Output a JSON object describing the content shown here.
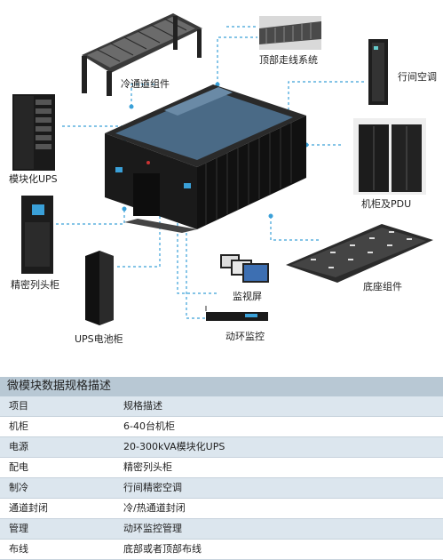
{
  "diagram": {
    "labels": {
      "cold_aisle": "冷通道组件",
      "top_cable": "顶部走线系统",
      "inrow_ac": "行间空调",
      "ups_module": "模块化UPS",
      "rack_pdu": "机柜及PDU",
      "precision_head": "精密列头柜",
      "base": "底座组件",
      "monitor_screen": "监视屏",
      "ups_battery": "UPS电池柜",
      "env_monitor": "动环监控"
    }
  },
  "spec_table": {
    "title": "微模块数据规格描述",
    "header": {
      "item": "项目",
      "desc": "规格描述"
    },
    "rows": [
      {
        "item": "机柜",
        "desc": "6-40台机柜"
      },
      {
        "item": "电源",
        "desc": "20-300kVA模块化UPS"
      },
      {
        "item": "配电",
        "desc": "精密列头柜"
      },
      {
        "item": "制冷",
        "desc": "行间精密空调"
      },
      {
        "item": "通道封闭",
        "desc": "冷/热通道封闭"
      },
      {
        "item": "管理",
        "desc": "动环监控管理"
      },
      {
        "item": "布线",
        "desc": "底部或者顶部布线"
      }
    ]
  },
  "colors": {
    "leader": "#3aa0d8",
    "table_header": "#b8c8d4",
    "table_alt": "#dce6ee"
  }
}
